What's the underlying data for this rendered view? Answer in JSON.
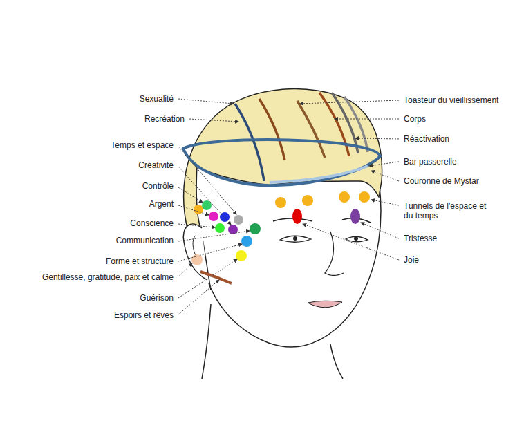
{
  "diagram": {
    "labels": [
      "Sexualité",
      "Recréation",
      "Temps et espace",
      "Créativité",
      "Contrôle",
      "Argent",
      "Conscience",
      "Communication",
      "Forme et structure",
      "Gentillesse, gratitude, paix et calme",
      "Guérison",
      "Espoirs et rêves",
      "Toasteur du vieillissement",
      "Corps",
      "Réactivation",
      "Bar passerelle",
      "Couronne de Mystar",
      "Tunnels de l'espace et du temps",
      "Tristesse",
      "Joie"
    ]
  }
}
